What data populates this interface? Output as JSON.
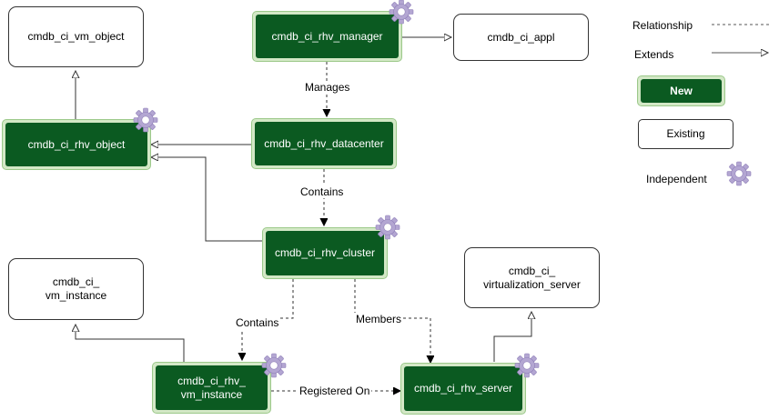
{
  "nodes": {
    "vm_object": "cmdb_ci_vm_object",
    "rhv_manager": "cmdb_ci_rhv_manager",
    "appl": "cmdb_ci_appl",
    "rhv_object": "cmdb_ci_rhv_object",
    "rhv_datacenter": "cmdb_ci_rhv_datacenter",
    "rhv_cluster": "cmdb_ci_rhv_cluster",
    "vm_instance": "cmdb_ci_\nvm_instance",
    "virtualization_server": "cmdb_ci_\nvirtualization_server",
    "rhv_vm_instance": "cmdb_ci_rhv_\nvm_instance",
    "rhv_server": "cmdb_ci_rhv_server"
  },
  "edge_labels": {
    "manages": "Manages",
    "contains_datacenter": "Contains",
    "contains_cluster": "Contains",
    "members": "Members",
    "registered_on": "Registered On"
  },
  "legend": {
    "relationship": "Relationship",
    "extends": "Extends",
    "new": "New",
    "existing": "Existing",
    "independent": "Independent"
  },
  "colors": {
    "new_fill": "#0b5a21",
    "new_border": "#9cc98a",
    "gear": "#b3a6d2"
  },
  "icons": {
    "independent": "gear-icon"
  }
}
